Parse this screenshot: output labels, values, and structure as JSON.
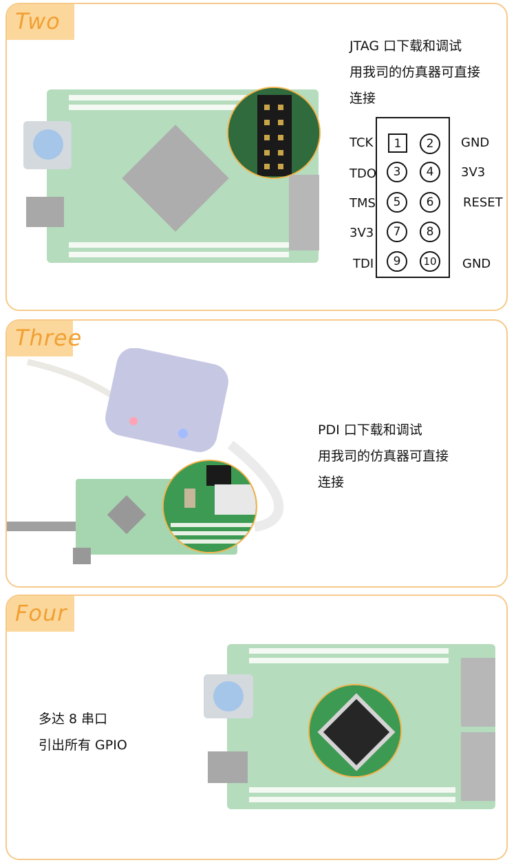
{
  "sections": [
    {
      "tab": "Two",
      "desc": [
        "JTAG 口下载和调试",
        "用我司的仿真器可直接",
        "连接"
      ],
      "pinout": {
        "left_labels": [
          "TCK",
          "TDO",
          "TMS",
          "3V3",
          "TDI"
        ],
        "right_labels": [
          "GND",
          "3V3",
          "RESET",
          "",
          "GND"
        ],
        "pins": [
          "1",
          "2",
          "3",
          "4",
          "5",
          "6",
          "7",
          "8",
          "9",
          "10"
        ]
      }
    },
    {
      "tab": "Three",
      "desc": [
        "PDI 口下载和调试",
        "用我司的仿真器可直接",
        "连接"
      ]
    },
    {
      "tab": "Four",
      "desc": [
        "多达 8 串口",
        "引出所有 GPIO"
      ]
    }
  ],
  "colors": {
    "border": "#f6c98a",
    "tab_bg": "#fcd79b",
    "tab_text": "#f0a033",
    "pcb_green": "#3d9a52"
  }
}
